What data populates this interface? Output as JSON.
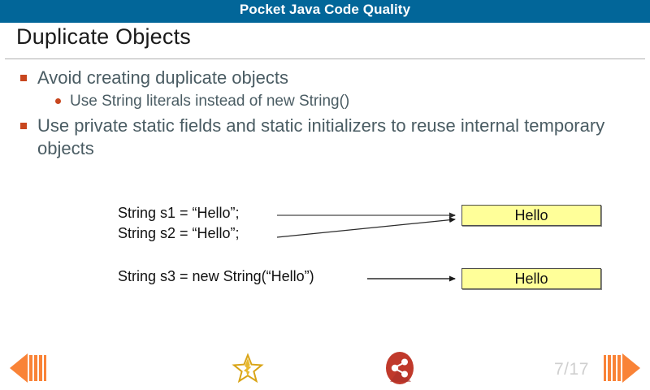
{
  "appbar": {
    "title": "Pocket Java Code Quality",
    "background_color": "#026699",
    "text_color": "#ffffff"
  },
  "slide": {
    "title": "Duplicate Objects",
    "bullets": [
      {
        "level": 1,
        "marker": "square-bullet",
        "text": "Avoid creating duplicate objects"
      },
      {
        "level": 2,
        "marker": "dot-bullet",
        "text": "Use String literals instead of new String()"
      },
      {
        "level": 1,
        "marker": "square-bullet",
        "text": "Use private static fields and static initializers to reuse internal temporary objects"
      }
    ],
    "bullet_color": "#c8461e",
    "body_text_color": "#4a5c63"
  },
  "diagram": {
    "code_lines": [
      {
        "id": "s1",
        "text": "String s1 = “Hello”;"
      },
      {
        "id": "s2",
        "text": "String s2 = “Hello”;"
      },
      {
        "id": "s3",
        "text": "String s3 = new String(“Hello”)"
      }
    ],
    "objects": [
      {
        "id": "obj1",
        "label": "Hello"
      },
      {
        "id": "obj2",
        "label": "Hello"
      }
    ],
    "object_fill": "#ffff99",
    "object_border": "#4d4d4d",
    "arrows": [
      {
        "from": "s1",
        "to": "obj1",
        "style": "straight-gray"
      },
      {
        "from": "s2",
        "to": "obj1",
        "style": "diagonal-dark"
      },
      {
        "from": "s3",
        "to": "obj2",
        "style": "straight-dark"
      }
    ]
  },
  "footer": {
    "prev_label": "previous-slide",
    "next_label": "next-slide",
    "star_label": "favorite",
    "share_label": "share",
    "page_counter": "7/17",
    "accent_orange": "#f98337",
    "star_gold": "#e8a81c",
    "share_red": "#c0392b",
    "counter_color": "#cfcfcf"
  }
}
